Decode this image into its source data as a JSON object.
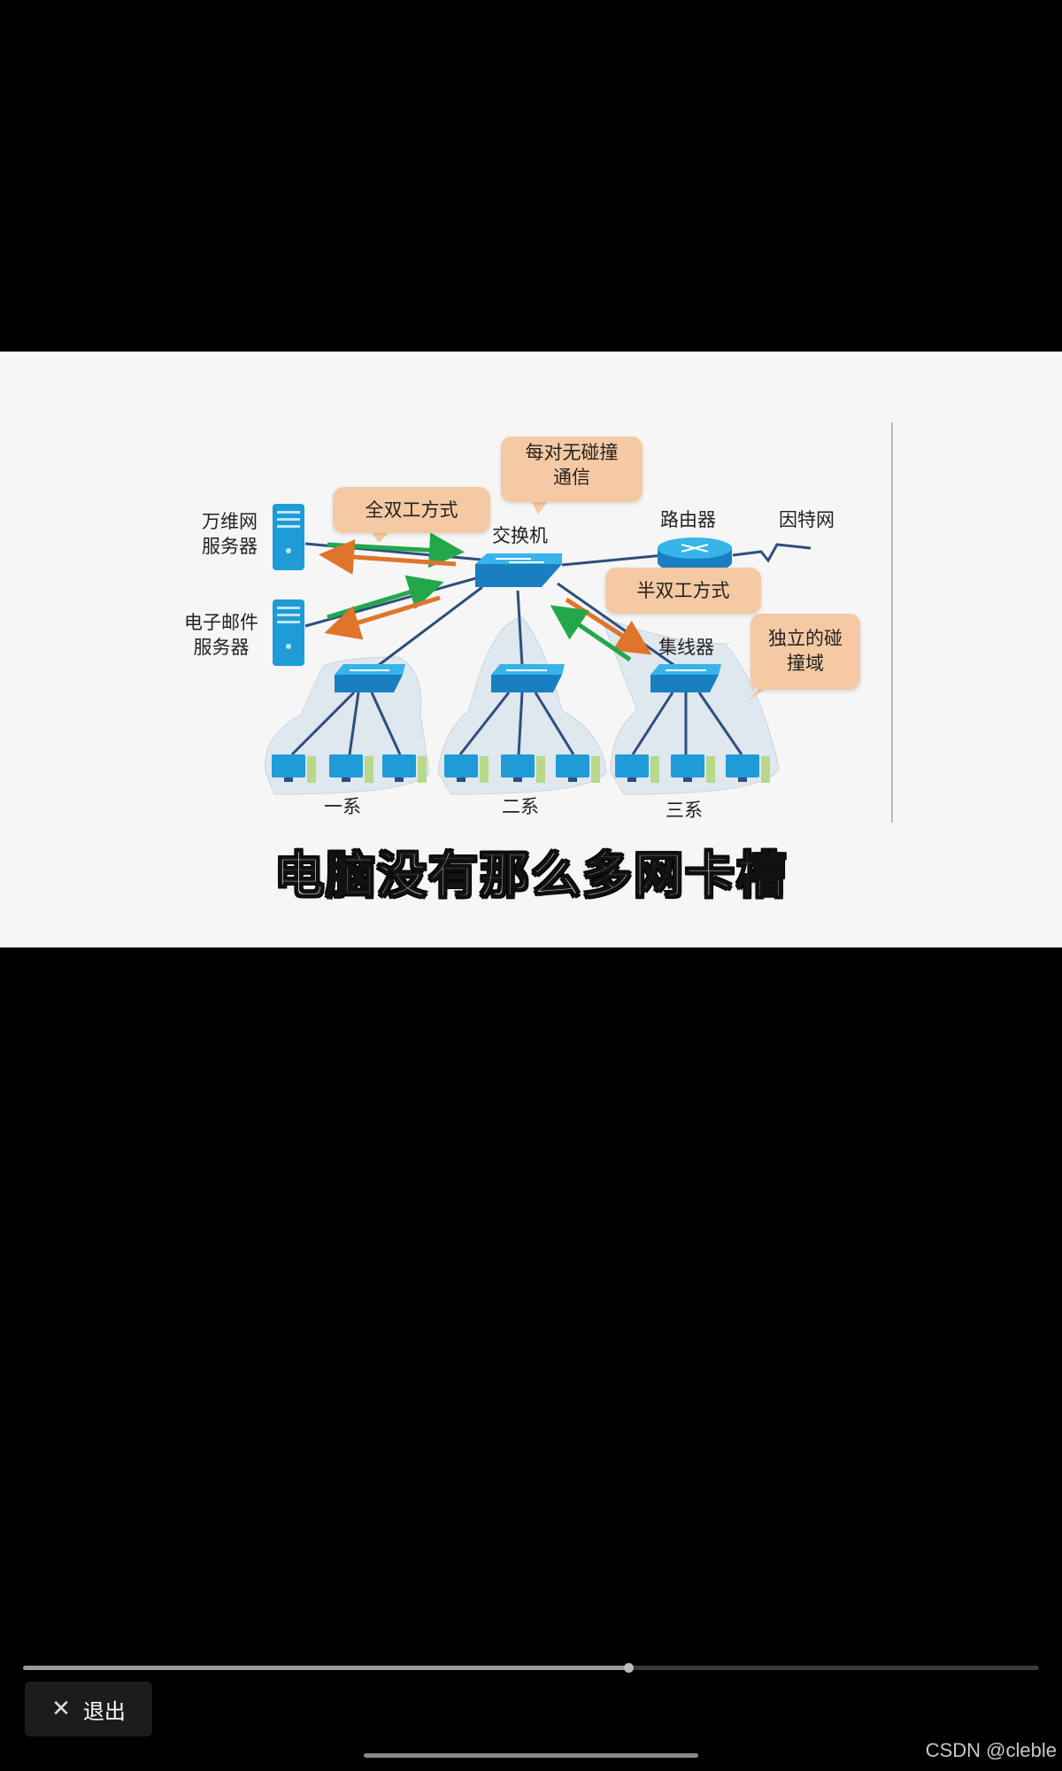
{
  "diagram": {
    "server_web": "万维网\n服务器",
    "server_mail": "电子邮件\n服务器",
    "switch": "交换机",
    "router": "路由器",
    "internet": "因特网",
    "hub": "集线器",
    "dept1": "一系",
    "dept2": "二系",
    "dept3": "三系",
    "bubble_full_duplex": "全双工方式",
    "bubble_no_collision": "每对无碰撞\n通信",
    "bubble_half_duplex": "半双工方式",
    "bubble_collision_domain": "独立的碰\n撞域"
  },
  "subtitle": "电脑没有那么多网卡槽",
  "player": {
    "progress": 0.596,
    "exit_label": "退出",
    "exit_icon": "close-icon"
  },
  "watermark": "CSDN @cleble",
  "colors": {
    "green_arrow": "#22a84a",
    "orange_arrow": "#e0742a",
    "bubble": "#f5c9a3",
    "device_blue": "#1f9bd8"
  }
}
